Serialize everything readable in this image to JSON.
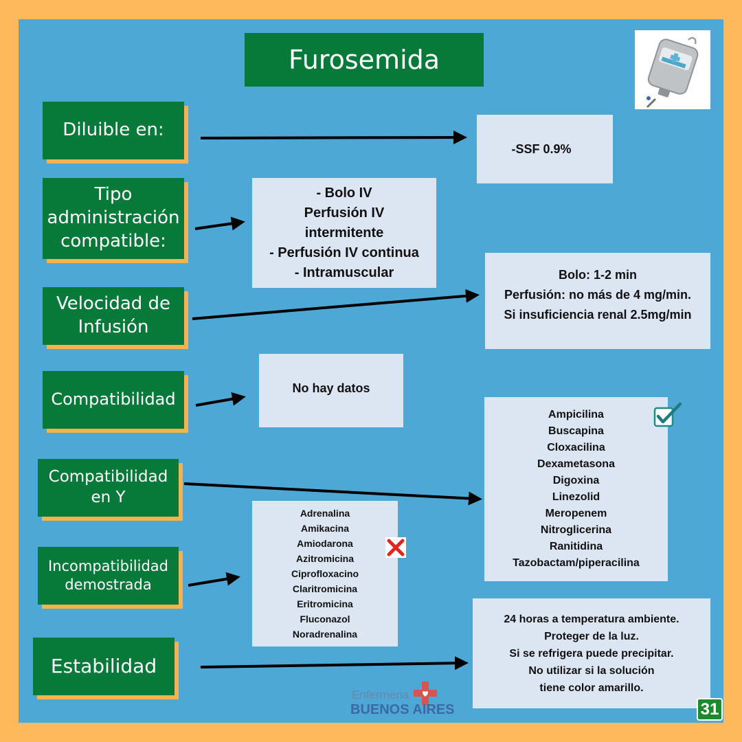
{
  "title": "Furosemida",
  "sections": [
    {
      "label_lines": [
        "Diluible en:"
      ],
      "content_lines": [
        "-SSF 0.9%"
      ]
    },
    {
      "label_lines": [
        "Tipo",
        "administración",
        "compatible:"
      ],
      "content_lines": [
        "- Bolo IV",
        "Perfusión IV",
        "intermitente",
        "- Perfusión IV continua",
        "- Intramuscular"
      ]
    },
    {
      "label_lines": [
        "Velocidad de",
        "Infusión"
      ],
      "content_lines": [
        "Bolo: 1-2 min",
        "Perfusión: no más de 4 mg/min.",
        "Si insuficiencia renal 2.5mg/min"
      ]
    },
    {
      "label_lines": [
        "Compatibilidad"
      ],
      "content_lines": [
        "No hay datos"
      ]
    },
    {
      "label_lines": [
        "Compatibilidad",
        "en Y"
      ],
      "content_lines": [
        "Ampicilina",
        "Buscapina",
        "Cloxacilina",
        "Dexametasona",
        "Digoxina",
        "Linezolid",
        "Meropenem",
        "Nitroglicerina",
        "Ranitidina",
        "Tazobactam/piperacilina"
      ]
    },
    {
      "label_lines": [
        "Incompatibilidad",
        "demostrada"
      ],
      "content_lines": [
        "Adrenalina",
        "Amikacina",
        "Amiodarona",
        "Azitromicina",
        "Ciprofloxacino",
        "Claritromicina",
        "Eritromicina",
        "Fluconazol",
        "Noradrenalina"
      ]
    },
    {
      "label_lines": [
        "Estabilidad"
      ],
      "content_lines": [
        "24 horas a temperatura ambiente.",
        "Proteger de la luz.",
        "Si se refrigera puede precipitar.",
        "No utilizar si la solución",
        "tiene color amarillo."
      ]
    }
  ],
  "logo": {
    "top": "Enfermeria",
    "bottom": "BUENOS AIRES"
  },
  "page_number": "31",
  "icons": {
    "iv_bag": "iv-bag-icon",
    "compatible": "checkmark-icon",
    "incompatible": "x-mark-icon"
  },
  "colors": {
    "background": "#4DA8D5",
    "border": "#FDB95C",
    "label_green": "#077A3A",
    "box": "#DCE6F2",
    "shadow": "#F6B24E"
  }
}
